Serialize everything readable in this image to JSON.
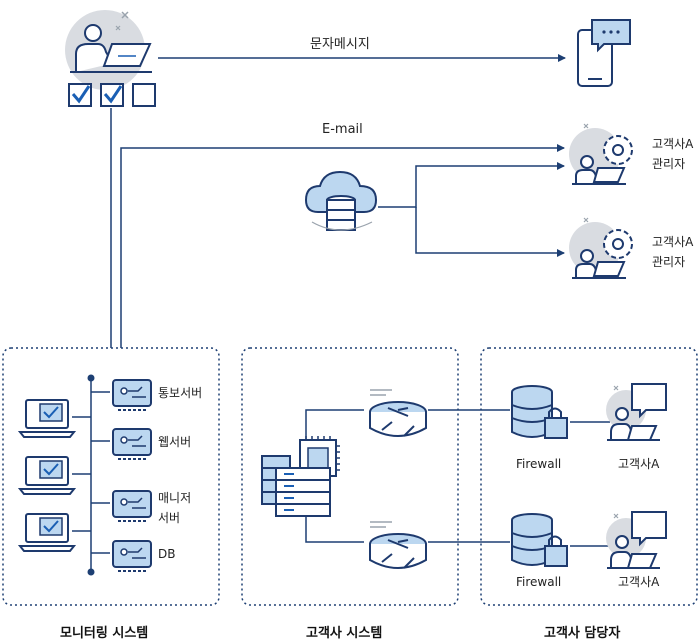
{
  "colors": {
    "navy": "#1e3a6e",
    "blue": "#1a5fb4",
    "light_blue": "#bcd7f0",
    "gray_bg": "#d9dce1",
    "line": "#1d3f73"
  },
  "edges": {
    "sms": "문자메시지",
    "email": "E-mail"
  },
  "admins": [
    {
      "line1": "고객사A",
      "line2": "관리자"
    },
    {
      "line1": "고객사A",
      "line2": "관리자"
    }
  ],
  "monitoring": {
    "title": "모니터링 시스템",
    "servers": [
      {
        "label": "통보서버"
      },
      {
        "label": "웹서버"
      },
      {
        "label_line1": "매니저",
        "label_line2": "서버"
      },
      {
        "label": "DB"
      }
    ]
  },
  "customer_system": {
    "title": "고객사 시스템"
  },
  "customer_staff": {
    "title": "고객사 담당자",
    "rows": [
      {
        "firewall": "Firewall",
        "user": "고객사A"
      },
      {
        "firewall": "Firewall",
        "user": "고객사A"
      }
    ]
  },
  "icons": [
    "operator-icon",
    "checkbox-icon",
    "smartphone-icon",
    "cloud-db-icon",
    "admin-gear-icon",
    "laptop-check-icon",
    "server-board-icon",
    "cpu-server-stack-icon",
    "router-icon",
    "firewall-db-lock-icon",
    "user-chat-icon"
  ]
}
